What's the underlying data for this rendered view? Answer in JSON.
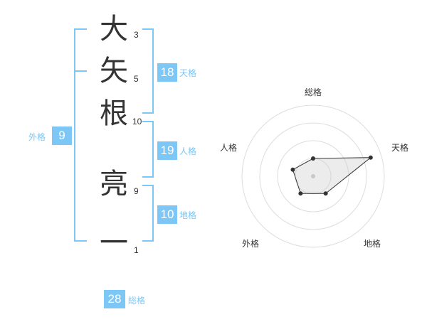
{
  "name": {
    "characters": [
      {
        "char": "大",
        "strokes": "3"
      },
      {
        "char": "矢",
        "strokes": "5"
      },
      {
        "char": "根",
        "strokes": "10"
      },
      {
        "char": "亮",
        "strokes": "9"
      },
      {
        "char": "一",
        "strokes": "1"
      }
    ]
  },
  "kakusu": {
    "tenkaku": {
      "value": "18",
      "label": "天格"
    },
    "jinkaku": {
      "value": "19",
      "label": "人格"
    },
    "chikaku": {
      "value": "10",
      "label": "地格"
    },
    "gaikaku": {
      "value": "9",
      "label": "外格"
    },
    "soukaku": {
      "value": "28",
      "label": "総格"
    }
  },
  "chart_data": {
    "type": "radar",
    "axes": [
      "総格",
      "天格",
      "地格",
      "外格",
      "人格"
    ],
    "values": [
      0.25,
      0.85,
      0.3,
      0.3,
      0.3
    ],
    "range": [
      0,
      1
    ],
    "rings": 4
  },
  "colors": {
    "accent": "#7cc7f5",
    "text": "#333333"
  }
}
